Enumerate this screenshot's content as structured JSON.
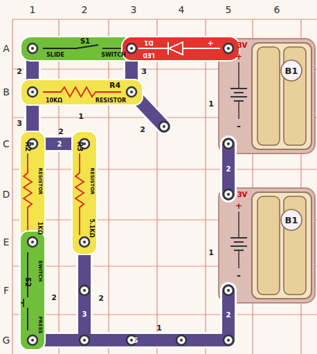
{
  "diagram": {
    "nodes": [
      {
        "text": [
          "S1",
          "SLIDE",
          "SWITCH"
        ]
      },
      {
        "text": [
          "D1",
          "LED",
          "+"
        ]
      },
      {
        "text": [
          "3V",
          "+",
          "-",
          "B1"
        ]
      },
      {
        "text": [
          "R4",
          "10KΩ",
          "RESISTOR"
        ]
      },
      {
        "text": [
          "R2",
          "RESISTOR",
          "1KΩ"
        ]
      },
      {
        "text": [
          "R3",
          "RESISTOR",
          "5.1KΩ"
        ]
      },
      {
        "text": [
          "3V",
          "+",
          "-",
          "B1"
        ]
      },
      {
        "text": [
          "S2",
          "SWITCH",
          "PRESS"
        ]
      }
    ],
    "labels": [
      "1",
      "2",
      "3",
      "4",
      "5",
      "6",
      "A",
      "B",
      "C",
      "D",
      "E",
      "F",
      "G",
      "2",
      "3",
      "1",
      "3",
      "2",
      "2",
      "2",
      "1",
      "2",
      "1",
      "2",
      "2",
      "3",
      "1",
      "5",
      "2"
    ]
  }
}
